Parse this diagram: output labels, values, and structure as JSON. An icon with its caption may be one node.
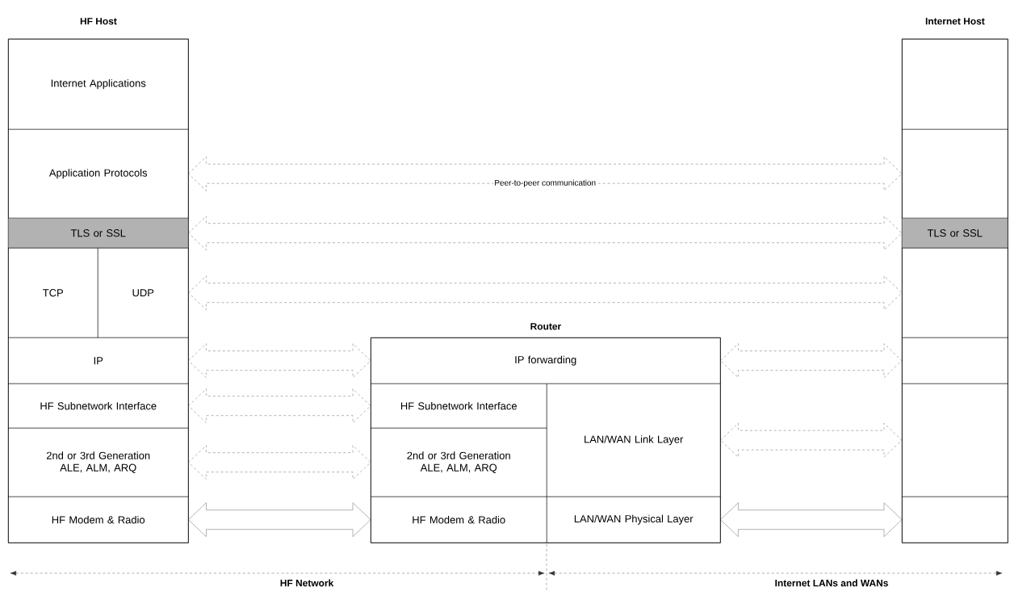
{
  "diagram": {
    "nodes": [
      {
        "text": [
          "HF Host"
        ]
      },
      {
        "text": [
          "Internet Applications"
        ],
        "in": 0
      },
      {
        "text": [
          "Application Protocols"
        ],
        "in": 0
      },
      {
        "text": [
          "TLS or SSL"
        ],
        "in": 0
      },
      {
        "text": [
          "TCP"
        ],
        "in": 0
      },
      {
        "text": [
          "UDP"
        ],
        "in": 0
      },
      {
        "text": [
          "IP"
        ],
        "in": 0
      },
      {
        "text": [
          "HF Subnetwork Interface"
        ],
        "in": 0
      },
      {
        "text": [
          "2nd or 3rd Generation ALE, ALM, ARQ"
        ],
        "in": 0
      },
      {
        "text": [
          "HF Modem & Radio"
        ],
        "in": 0
      },
      {
        "text": [
          "Router"
        ]
      },
      {
        "text": [
          "IP forwarding"
        ],
        "in": 10
      },
      {
        "text": [
          "HF Subnetwork Interface"
        ],
        "in": 10
      },
      {
        "text": [
          "2nd or 3rd Generation ALE, ALM, ARQ"
        ],
        "in": 10
      },
      {
        "text": [
          "LAN/WAN Link Layer"
        ],
        "in": 10
      },
      {
        "text": [
          "HF Modem & Radio"
        ],
        "in": 10
      },
      {
        "text": [
          "LAN/WAN Physical Layer"
        ],
        "in": 10
      },
      {
        "text": [
          "Internet Host"
        ]
      },
      {
        "text": [],
        "shape": "box",
        "in": 17
      },
      {
        "text": [],
        "shape": "box",
        "in": 17
      },
      {
        "text": [
          "TLS or SSL"
        ],
        "in": 17
      },
      {
        "text": [],
        "shape": "box",
        "in": 17
      },
      {
        "text": [],
        "shape": "box",
        "in": 17
      },
      {
        "text": [],
        "shape": "box",
        "in": 17
      },
      {
        "text": [],
        "shape": "box",
        "in": 17
      }
    ],
    "edges": [
      {
        "from": 2,
        "to": 19,
        "arrow": "both",
        "style": "dashed",
        "label": "Peer-to-peer communication"
      },
      {
        "from": 3,
        "to": 20,
        "arrow": "both",
        "style": "dashed"
      },
      {
        "from": 5,
        "to": 21,
        "arrow": "both",
        "style": "dashed"
      },
      {
        "from": 6,
        "to": 11,
        "arrow": "both",
        "style": "dashed"
      },
      {
        "from": 7,
        "to": 12,
        "arrow": "both",
        "style": "dashed"
      },
      {
        "from": 8,
        "to": 13,
        "arrow": "both",
        "style": "dashed"
      },
      {
        "from": 9,
        "to": 15,
        "arrow": "both"
      },
      {
        "from": 11,
        "to": 22,
        "arrow": "both",
        "style": "dashed"
      },
      {
        "from": 14,
        "to": 23,
        "arrow": "both",
        "style": "dashed"
      },
      {
        "from": 16,
        "to": 24,
        "arrow": "both"
      }
    ],
    "labels": [
      "HF Network",
      "Internet LANs and WANs"
    ]
  }
}
